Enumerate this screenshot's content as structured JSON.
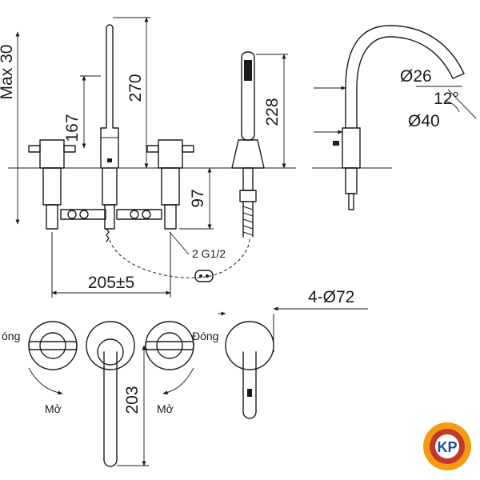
{
  "dimensions": {
    "max_height": "Max 30",
    "h167": "167",
    "h270": "270",
    "h228": "228",
    "h97": "97",
    "spacing": "205±5",
    "thread": "2 G1/2",
    "d26": "Ø26",
    "d40": "Ø40",
    "angle": "12°",
    "hole": "4-Ø72",
    "h203": "203"
  },
  "labels": {
    "close_left": "óng",
    "close_right": "Đóng",
    "open_left": "Mở",
    "open_right": "Mở"
  },
  "logo": {
    "text": "KP",
    "colors": {
      "ring": "#f39c12",
      "inner": "#c0392b",
      "letters": "#1f4fa0"
    }
  }
}
